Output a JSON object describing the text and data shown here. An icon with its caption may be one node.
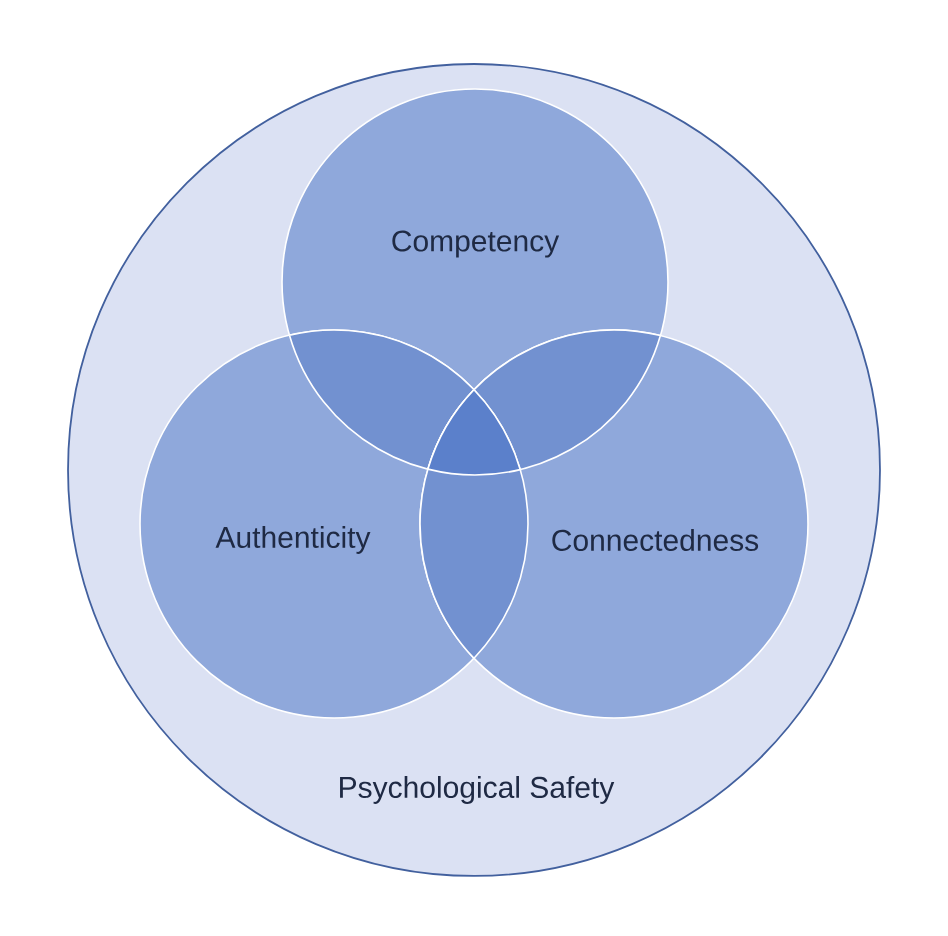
{
  "diagram": {
    "nodes": [
      {
        "text": [
          "Psychological Safety"
        ]
      },
      {
        "text": [
          "Competency"
        ],
        "in": 0
      },
      {
        "text": [
          "Authenticity"
        ],
        "in": 0
      },
      {
        "text": [
          "Connectedness"
        ],
        "in": 0
      }
    ]
  }
}
